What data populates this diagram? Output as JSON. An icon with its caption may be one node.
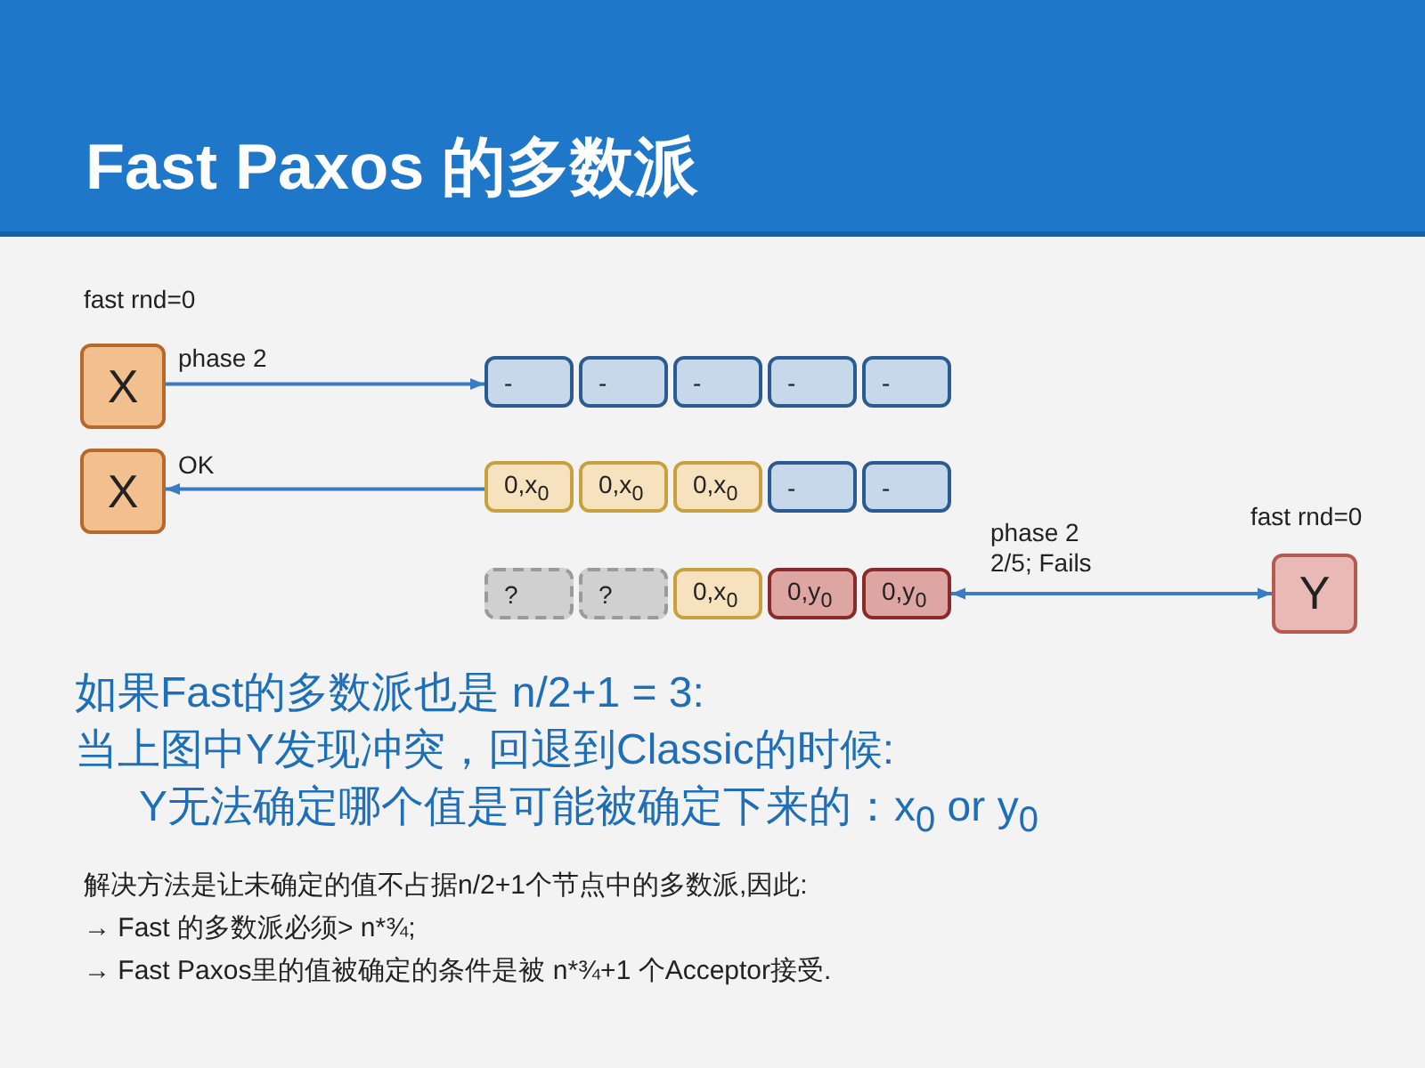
{
  "diagram": {
    "title": "Fast Paxos 的多数派",
    "nodes": [
      {
        "text": [
          "X"
        ],
        "beside": [
          "fast rnd=0"
        ]
      },
      {
        "text": [
          "X"
        ]
      },
      {
        "text": [
          "Y"
        ],
        "beside": [
          "fast rnd=0"
        ]
      },
      {
        "text": [
          "-"
        ]
      },
      {
        "text": [
          "-"
        ]
      },
      {
        "text": [
          "-"
        ]
      },
      {
        "text": [
          "-"
        ]
      },
      {
        "text": [
          "-"
        ]
      },
      {
        "text": [
          "0,x$_{0}$"
        ]
      },
      {
        "text": [
          "0,x$_{0}$"
        ]
      },
      {
        "text": [
          "0,x$_{0}$"
        ]
      },
      {
        "text": [
          "-"
        ]
      },
      {
        "text": [
          "-"
        ]
      },
      {
        "text": [
          "?"
        ]
      },
      {
        "text": [
          "?"
        ]
      },
      {
        "text": [
          "0,x$_{0}$"
        ]
      },
      {
        "text": [
          "0,y$_{0}$"
        ]
      },
      {
        "text": [
          "0,y$_{0}$"
        ]
      }
    ],
    "edges": [
      {
        "from": 0,
        "to": 3,
        "arrow": "to",
        "label": "phase 2"
      },
      {
        "from": 8,
        "to": 1,
        "arrow": "to",
        "label": "OK"
      },
      {
        "from": 2,
        "to": 17,
        "arrow": "both",
        "label": "phase 2 2/5; Fails"
      }
    ],
    "labels": [
      "如果Fast的多数派也是 n/2+1 = 3:",
      "当上图中Y发现冲突，回退到Classic的时候:",
      "Y无法确定哪个值是可能被确定下来的：x$_{0}$ or y$_{0}$",
      "解决方法是让未确定的值不占据n/2+1个节点中的多数派,因此:",
      "→ Fast 的多数派必须> n*¾;",
      "→ Fast Paxos里的值被确定的条件是被 n*¾+1 个Acceptor接受."
    ]
  }
}
